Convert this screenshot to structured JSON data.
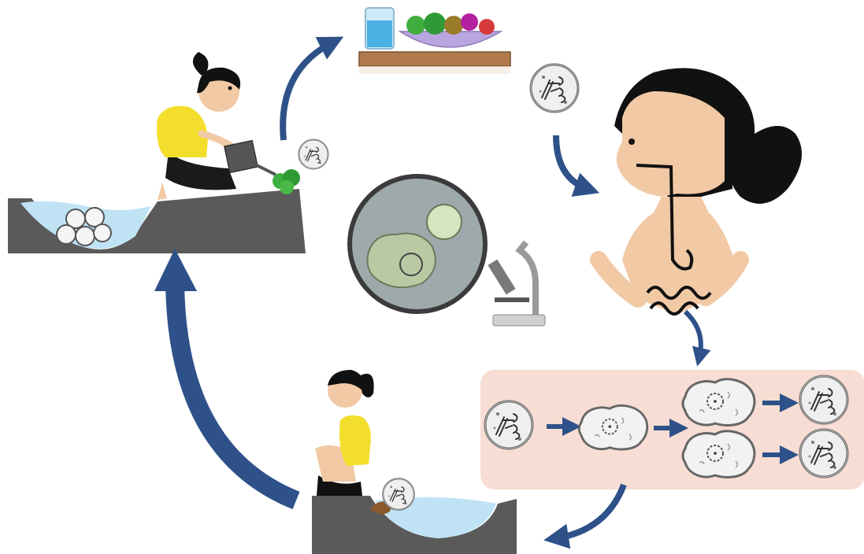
{
  "diagram": {
    "stages": [
      {
        "id": "water-contamination",
        "description_name": "water-contamination-scene"
      },
      {
        "id": "food-water-ingestion",
        "description_name": "food-and-water-shelf"
      },
      {
        "id": "ingestion",
        "description_name": "person-ingestion"
      },
      {
        "id": "excystation-multiplication",
        "description_name": "amoeba-replication-panel"
      },
      {
        "id": "defecation",
        "description_name": "defecation-scene"
      }
    ],
    "colors": {
      "arrow": "#2e5189",
      "water": "#bfe3f5",
      "ground": "#5a5a5a",
      "shirt": "#f3de2c",
      "skin": "#f1c9a5",
      "hair": "#111111",
      "panel": "#f7ddd3",
      "cyst_fill": "#eeeeee",
      "micro_bg": "#9ea9ac",
      "trophozoite": "#b9c9a4"
    },
    "icons": [
      "cyst-icon",
      "microscope-icon",
      "watering-can-icon",
      "glass-of-water-icon",
      "salad-bowl-icon",
      "trophozoite-icon"
    ]
  }
}
